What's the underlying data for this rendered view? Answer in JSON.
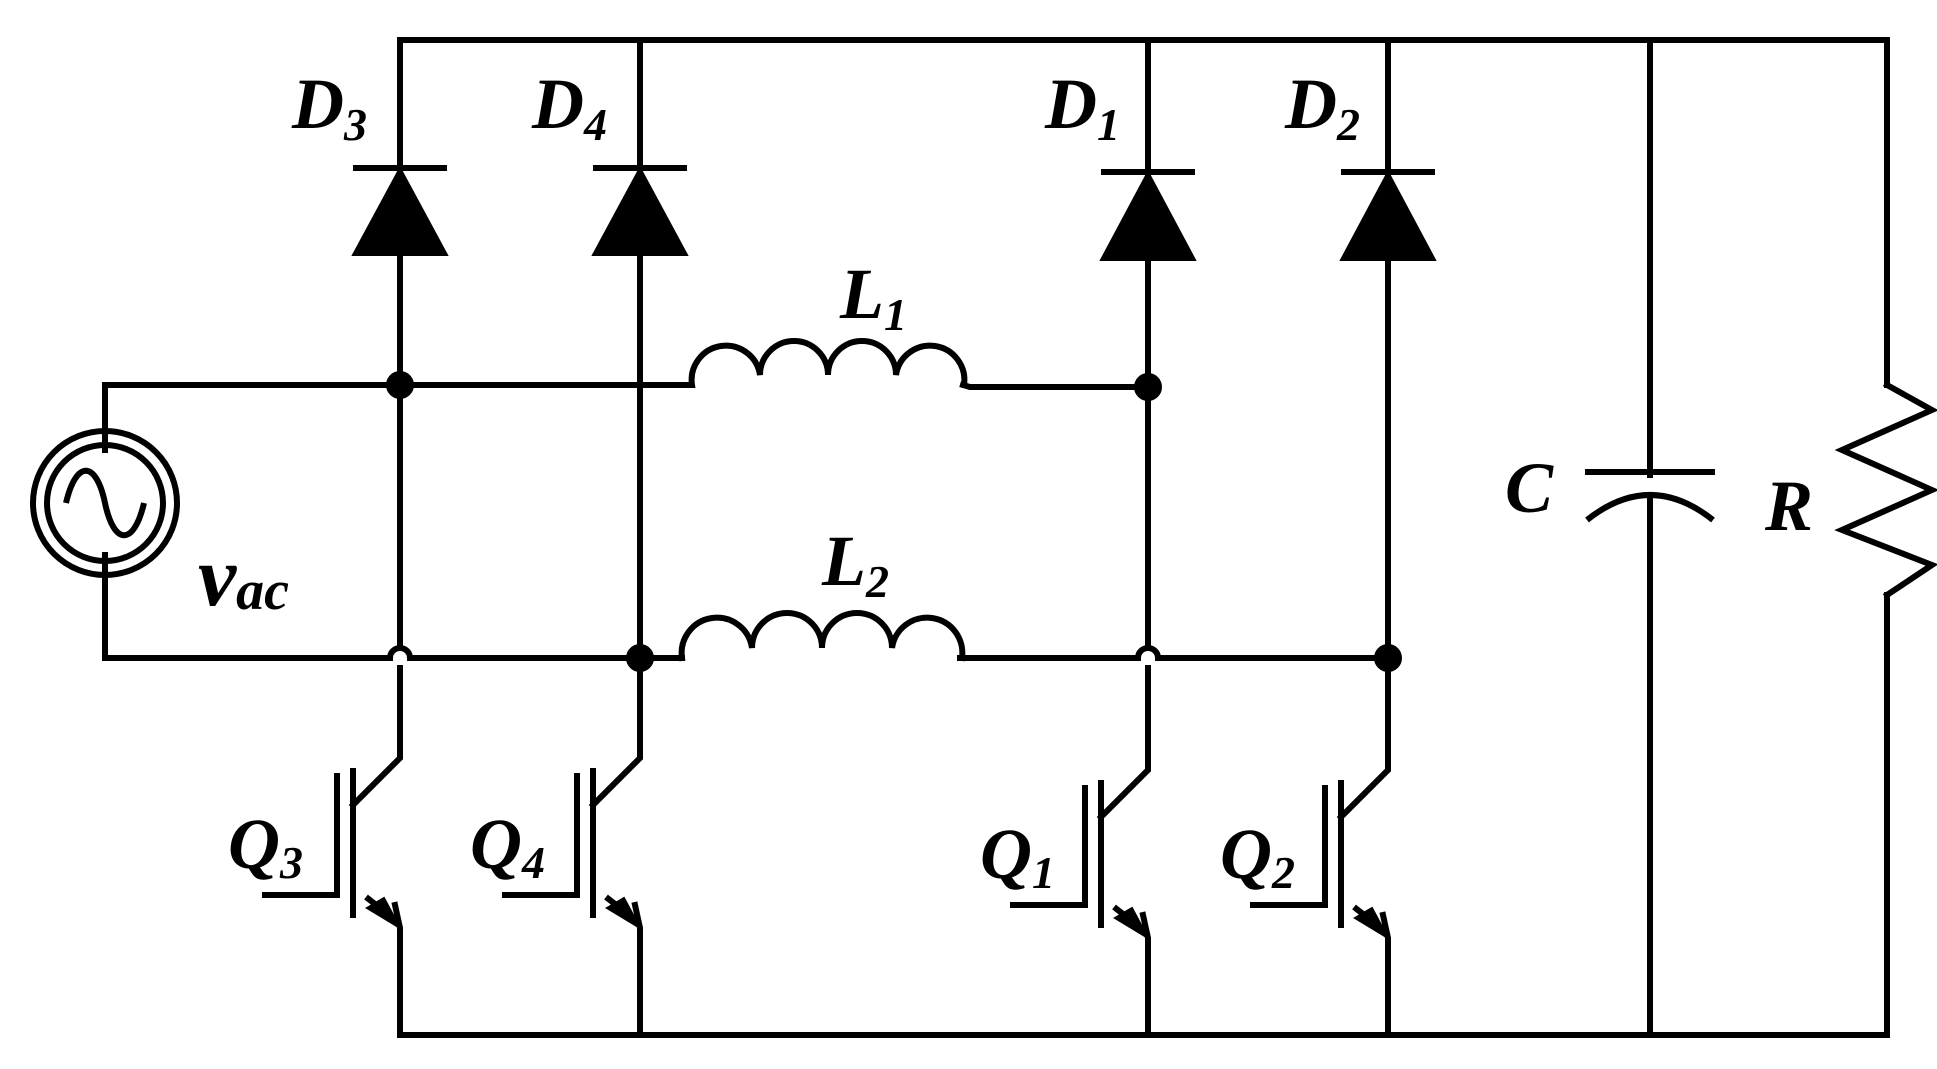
{
  "diagram": {
    "type": "circuit-schematic",
    "colors": {
      "stroke": "#000000",
      "background": "#ffffff"
    },
    "labels": {
      "D3": {
        "main": "D",
        "sub": "3"
      },
      "D4": {
        "main": "D",
        "sub": "4"
      },
      "D1": {
        "main": "D",
        "sub": "1"
      },
      "D2": {
        "main": "D",
        "sub": "2"
      },
      "L1": {
        "main": "L",
        "sub": "1"
      },
      "L2": {
        "main": "L",
        "sub": "2"
      },
      "Q3": {
        "main": "Q",
        "sub": "3"
      },
      "Q4": {
        "main": "Q",
        "sub": "4"
      },
      "Q1": {
        "main": "Q",
        "sub": "1"
      },
      "Q2": {
        "main": "Q",
        "sub": "2"
      },
      "C": {
        "main": "C"
      },
      "R": {
        "main": "R"
      },
      "vac": {
        "main": "v",
        "sub": "ac"
      }
    }
  }
}
